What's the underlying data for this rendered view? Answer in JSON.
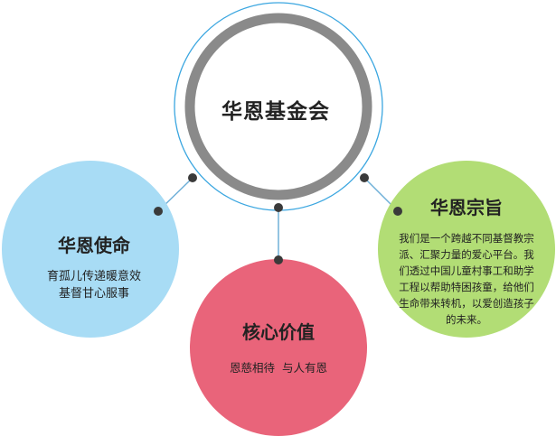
{
  "diagram": {
    "center": {
      "title": "华恩基金会"
    },
    "mission": {
      "title": "华恩使命",
      "body": "育孤儿传递暖意效基督甘心服事"
    },
    "values": {
      "title": "核心价值",
      "body": "恩慈相待 与人有恩"
    },
    "purpose": {
      "title": "华恩宗旨",
      "body": "我们是一个跨越不同基督教宗派、汇聚力量的爱心平台。我们透过中国儿童村事工和助学工程以帮助特困孩童，给他们生命带来转机，以爱创造孩子的未来。"
    }
  },
  "colors": {
    "center_ring": "#8a8a8a",
    "outer_ring": "#3aa6e0",
    "connector": "#6fb0d8",
    "node_dot": "#3a3a3a",
    "mission_fill": "#a8dcf5",
    "values_fill": "#e9647a",
    "purpose_fill": "#b2dd75"
  }
}
